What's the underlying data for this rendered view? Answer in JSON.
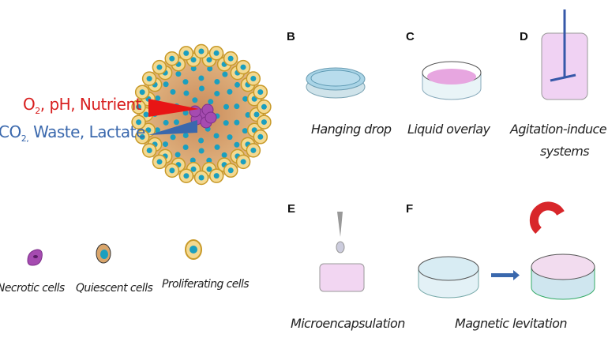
{
  "panel_a": {
    "gradient_in": {
      "prefix": "O",
      "sub": "2",
      "rest": ", pH, Nutrient"
    },
    "gradient_out": {
      "prefix": "CO",
      "sub": "2,",
      "rest": " Waste, Lactate"
    },
    "legend": [
      {
        "label": "Necrotic cells",
        "icon": "necrotic-cell-icon"
      },
      {
        "label": "Quiescent cells",
        "icon": "quiescent-cell-icon"
      },
      {
        "label": "Proliferating cells",
        "icon": "proliferating-cell-icon"
      }
    ],
    "colors": {
      "in_arrow": "#e81515",
      "out_arrow": "#3a68ad",
      "necrotic": "#a54bb0",
      "quiescent": "#d9a56b",
      "proliferating": "#f4d990",
      "nucleus": "#1b9fbf"
    }
  },
  "panels": [
    {
      "letter": "B",
      "caption": "Hanging drop"
    },
    {
      "letter": "C",
      "caption": "Liquid overlay"
    },
    {
      "letter": "D",
      "caption": "Agitation-induce",
      "caption2": "systems"
    },
    {
      "letter": "E",
      "caption": "Microencapsulation"
    },
    {
      "letter": "F",
      "caption": "Magnetic levitation"
    }
  ]
}
